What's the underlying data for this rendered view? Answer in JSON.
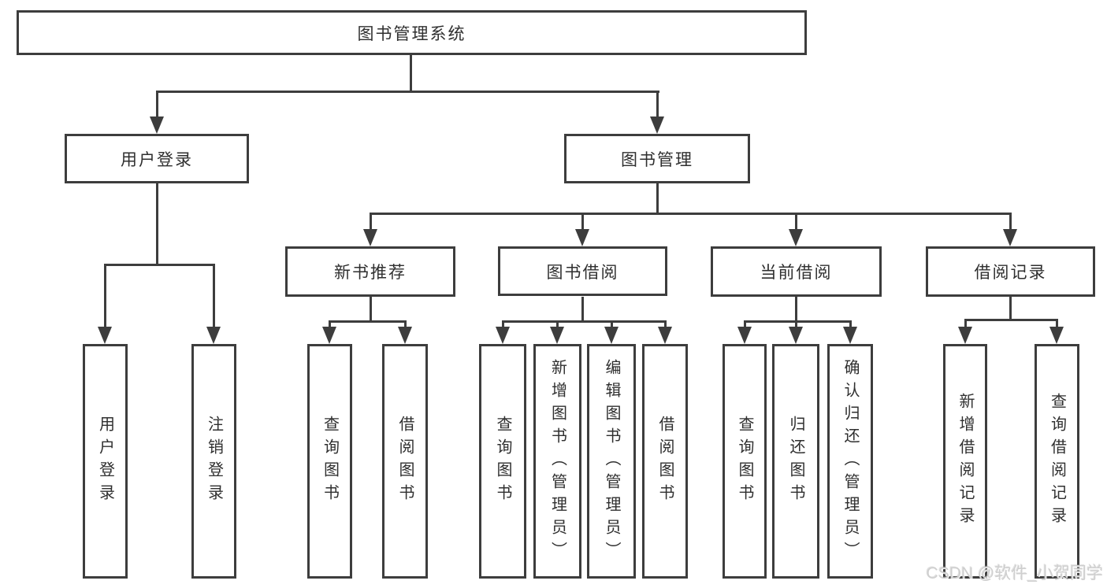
{
  "colors": {
    "line": "#3d3d3d",
    "box_border": "#3d3d3d",
    "box_background": "#ffffff",
    "text": "#2f2f2f",
    "page_background": "#ffffff",
    "watermark": "#cfcfcf"
  },
  "watermark": {
    "text": "CSDN @软件_小贺同学"
  },
  "tree": {
    "root": "图书管理系统",
    "user_login": {
      "label": "用户登录",
      "children": [
        "用户登录",
        "注销登录"
      ]
    },
    "book_mgmt": {
      "label": "图书管理"
    },
    "new_books": {
      "label": "新书推荐",
      "children": [
        "查询图书",
        "借阅图书"
      ]
    },
    "book_borrow": {
      "label": "图书借阅",
      "children": [
        "查询图书",
        "新增图书（管理员）",
        "编辑图书（管理员）",
        "借阅图书"
      ]
    },
    "current_borrow": {
      "label": "当前借阅",
      "children": [
        "查询图书",
        "归还图书",
        "确认归还（管理员）"
      ]
    },
    "borrow_records": {
      "label": "借阅记录",
      "children": [
        "新增借阅记录",
        "查询借阅记录"
      ]
    }
  }
}
